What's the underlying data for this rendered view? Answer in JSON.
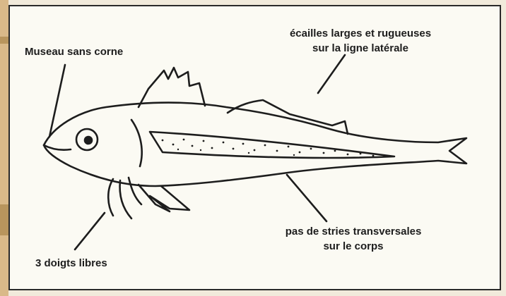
{
  "labels": {
    "snout": "Museau sans corne",
    "scales_line1": "écailles larges et rugueuses",
    "scales_line2": "sur la ligne latérale",
    "stripes_line1": "pas de stries transversales",
    "stripes_line2": "sur le corps",
    "fingers": "3 doigts libres"
  },
  "colors": {
    "ink": "#1d1d1d",
    "paper": "#fbfaf3",
    "margin": "#d9b989"
  }
}
